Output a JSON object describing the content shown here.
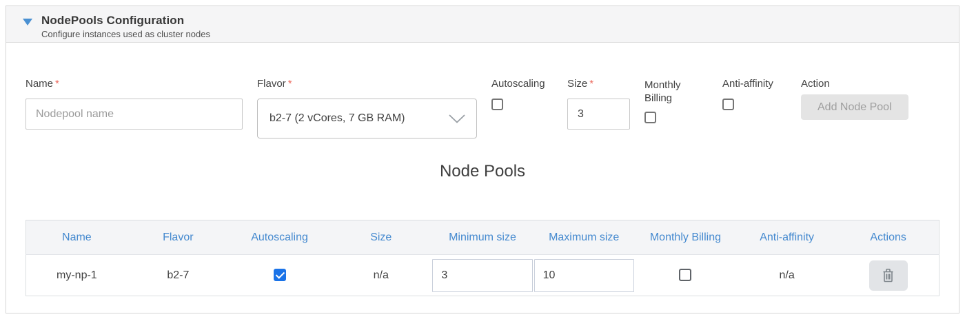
{
  "colors": {
    "accent_blue": "#4a90d2",
    "table_header_blue": "#4489cf",
    "required_red": "#ec6a5e",
    "checkbox_checked_blue": "#1a73e8",
    "header_band_bg": "#f5f5f6",
    "disabled_button_bg": "#e4e4e4"
  },
  "required_marker": "*",
  "header": {
    "title": "NodePools Configuration",
    "subtitle": "Configure instances used as cluster nodes",
    "caret_icon": "triangle-down"
  },
  "form": {
    "name": {
      "label": "Name",
      "required": true,
      "placeholder": "Nodepool name",
      "value": ""
    },
    "flavor": {
      "label": "Flavor",
      "required": true,
      "selected_option": "b2-7 (2 vCores, 7 GB RAM)",
      "chevron_icon": "chevron-down"
    },
    "autoscaling": {
      "label": "Autoscaling",
      "checked": false
    },
    "size": {
      "label": "Size",
      "required": true,
      "value": "3"
    },
    "monthly_billing": {
      "label": "Monthly Billing",
      "checked": false
    },
    "anti_affinity": {
      "label": "Anti-affinity",
      "checked": false
    },
    "action": {
      "label": "Action",
      "button_label": "Add Node Pool",
      "disabled": true
    }
  },
  "pools": {
    "title": "Node Pools",
    "headers": {
      "name": "Name",
      "flavor": "Flavor",
      "autoscaling": "Autoscaling",
      "size": "Size",
      "minimum_size": "Minimum size",
      "maximum_size": "Maximum size",
      "monthly_billing": "Monthly Billing",
      "anti_affinity": "Anti-affinity",
      "actions": "Actions"
    },
    "rows": [
      {
        "name": "my-np-1",
        "flavor": "b2-7",
        "autoscaling_checked": true,
        "size": "n/a",
        "minimum_size": "3",
        "maximum_size": "10",
        "monthly_billing_checked": false,
        "anti_affinity": "n/a",
        "action_icon": "trash-icon"
      }
    ]
  }
}
